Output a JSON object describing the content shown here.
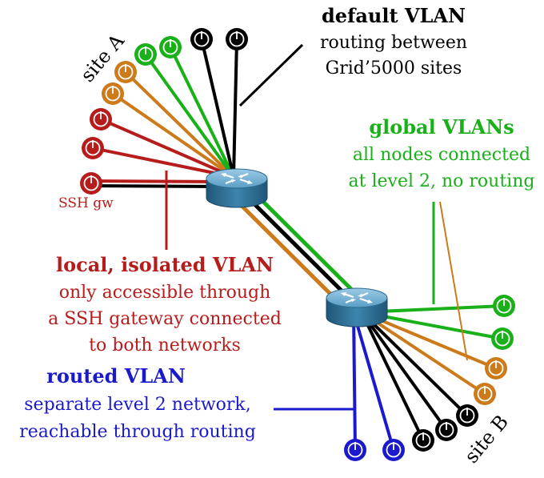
{
  "colors": {
    "default": "#000000",
    "global": "#19b019",
    "local": "#b71c1c",
    "routed": "#1a1acc",
    "orange": "#cc7a1a",
    "router_top": "#7fb6d6",
    "router_side": "#2f6f93"
  },
  "site_a": {
    "label": "site A"
  },
  "site_b": {
    "label": "site B"
  },
  "ssh_gw": {
    "label": "SSH gw"
  },
  "default_vlan": {
    "title": "default VLAN",
    "line1": "routing between",
    "line2": "Grid’5000 sites"
  },
  "global_vlans": {
    "title": "global VLANs",
    "line1": "all nodes connected",
    "line2": "at level 2, no routing"
  },
  "local_vlan": {
    "title": "local, isolated VLAN",
    "line1": "only accessible through",
    "line2": "a SSH gateway connected",
    "line3": "to both networks"
  },
  "routed_vlan": {
    "title": "routed VLAN",
    "line1": "separate level 2 network,",
    "line2": "reachable through routing"
  },
  "icons": {
    "router": "router-icon",
    "node": "node-power-icon"
  }
}
